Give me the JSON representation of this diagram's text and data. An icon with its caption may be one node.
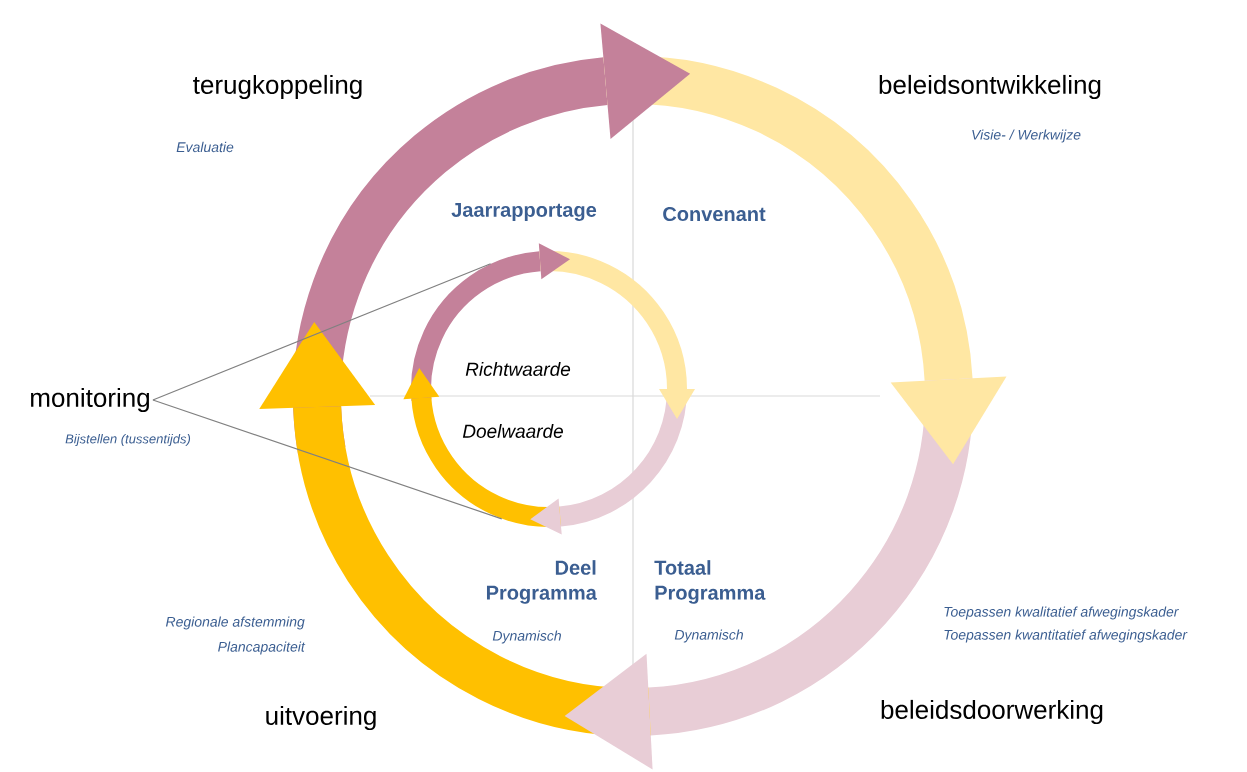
{
  "diagram": {
    "nodes": [
      {
        "text": [
          "monitoring"
        ],
        "beside": [
          "Bijstellen (tussentijds)"
        ]
      },
      {
        "text": [
          "Richtwaarde",
          "Doelwaarde"
        ]
      }
    ],
    "edges": [
      {
        "from": 0,
        "to": 1,
        "arrow": "none"
      },
      {
        "from": 0,
        "to": 1,
        "arrow": "none"
      }
    ],
    "labels": [
      "terugkoppeling",
      "beleidsontwikkeling",
      "Evaluatie",
      "Visie- /  Werkwijze",
      "Jaarrapportage",
      "Convenant",
      "Deel Programma",
      "Totaal Programma",
      "Regionale afstemming",
      "Toepassen kwalitatief afwegingskader",
      "Dynamisch",
      "Dynamisch",
      "Toepassen kwantitatief afwegingskader",
      "Plancapaciteit",
      "uitvoering",
      "beleidsdoorwerking"
    ]
  }
}
